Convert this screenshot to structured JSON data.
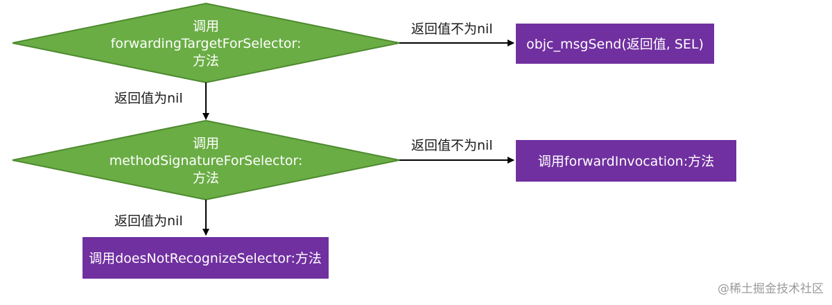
{
  "colors": {
    "decision_fill": "#6aad45",
    "decision_stroke": "#4e8a2f",
    "box_fill": "#7030a0",
    "arrow": "#000000"
  },
  "decisions": [
    {
      "line1": "调用",
      "line2": "forwardingTargetForSelector:",
      "line3": "方法"
    },
    {
      "line1": "调用",
      "line2": "methodSignatureForSelector:",
      "line3": "方法"
    }
  ],
  "edges": {
    "d1_right": "返回值不为nil",
    "d1_down": "返回值为nil",
    "d2_right": "返回值不为nil",
    "d2_down": "返回值为nil"
  },
  "boxes": {
    "msgsend": "objc_msgSend(返回值, SEL)",
    "forward_invocation": "调用forwardInvocation:方法",
    "does_not_recognize": "调用doesNotRecognizeSelector:方法"
  },
  "watermark": "@稀土掘金技术社区"
}
